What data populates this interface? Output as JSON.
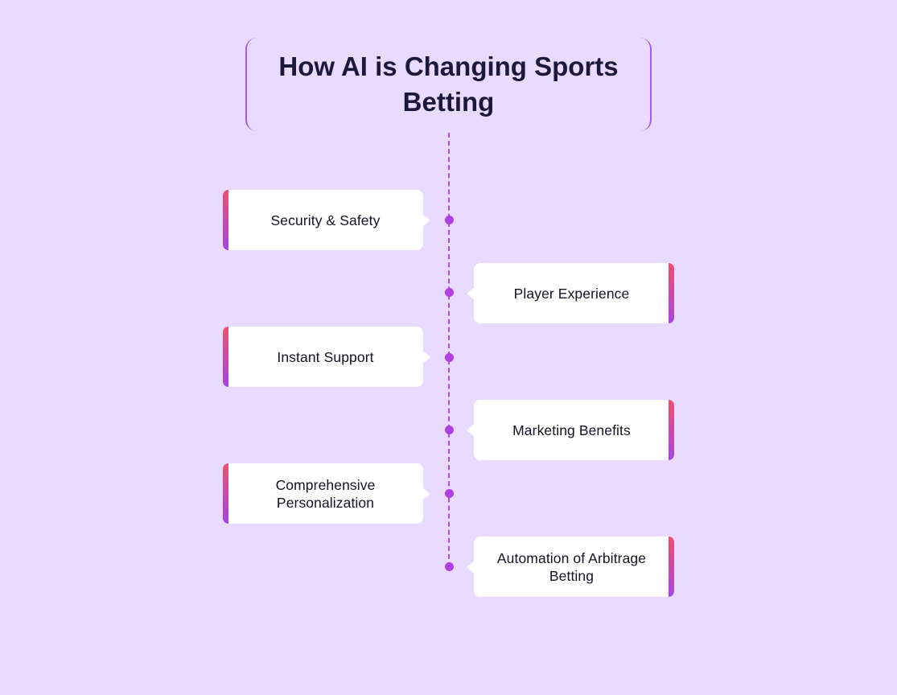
{
  "title": "How AI is Changing Sports Betting",
  "colors": {
    "background": "#e9dbff",
    "accent_purple": "#a545e6",
    "accent_pink": "#f0506a",
    "card": "#ffffff",
    "title_text": "#1c1838"
  },
  "items": [
    {
      "label": "Security & Safety",
      "side": "left"
    },
    {
      "label": "Player Experience",
      "side": "right"
    },
    {
      "label": "Instant Support",
      "side": "left"
    },
    {
      "label": "Marketing Benefits",
      "side": "right"
    },
    {
      "label": "Comprehensive Personalization",
      "side": "left"
    },
    {
      "label": "Automation of Arbitrage Betting",
      "side": "right"
    }
  ]
}
